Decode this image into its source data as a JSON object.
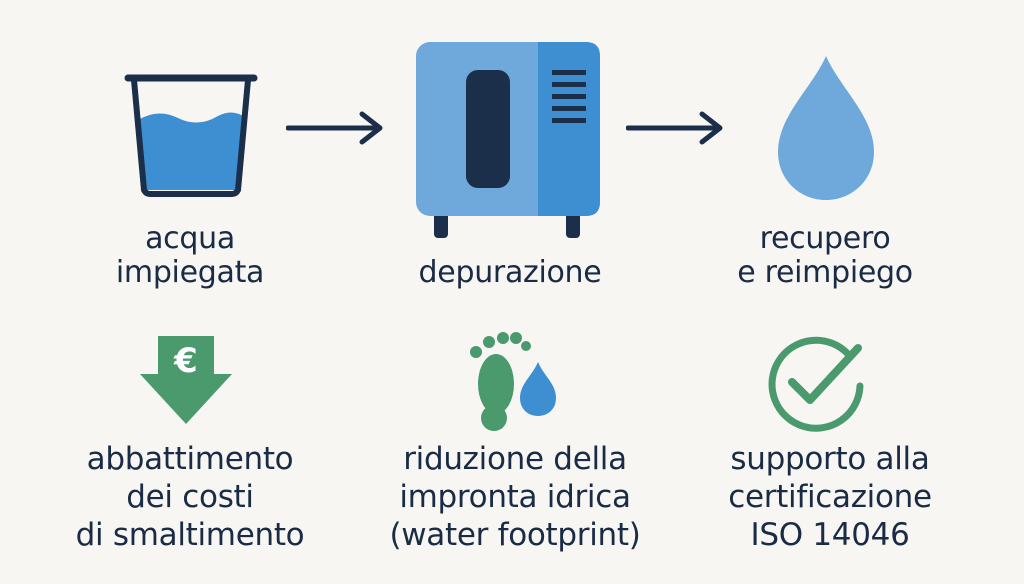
{
  "process": {
    "step1": {
      "label": "acqua\nimpiegata",
      "icon": "bucket-water-icon"
    },
    "step2": {
      "label": "depurazione",
      "icon": "purification-unit-icon"
    },
    "step3": {
      "label": "recupero\ne reimpiego",
      "icon": "water-drop-icon"
    },
    "connector_icon": "arrow-right-icon"
  },
  "benefits": [
    {
      "label": "abbattimento\ndei costi\ndi smaltimento",
      "icon": "euro-down-arrow-icon",
      "symbol": "€"
    },
    {
      "label": "riduzione della\nimpronta idrica\n(water footprint)",
      "icon": "footprint-drop-icon"
    },
    {
      "label": "supporto alla\ncertificazione\nISO 14046",
      "icon": "checkmark-circle-icon"
    }
  ],
  "colors": {
    "navy": "#1b2e4a",
    "blue_light": "#6fa9dc",
    "blue_mid": "#3d8fd1",
    "green": "#4a9a6e",
    "background": "#f7f6f2"
  }
}
